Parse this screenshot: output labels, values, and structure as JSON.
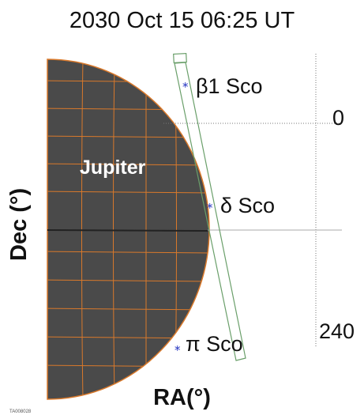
{
  "title": "2030 Oct 15 06:25 UT",
  "axes": {
    "x_label": "RA(°)",
    "y_label": "Dec (°)"
  },
  "ticks": {
    "top_right": "0",
    "bottom_right": "240"
  },
  "planet": {
    "name": "Jupiter",
    "fill_color": "#4a4a4a",
    "grid_color": "#d9792b"
  },
  "stars": [
    {
      "label": "β1 Sco",
      "color": "#1f2fbf"
    },
    {
      "label": "δ Sco",
      "color": "#1f2fbf"
    },
    {
      "label": "π Sco",
      "color": "#1f2fbf"
    }
  ],
  "instrument": {
    "slit_color": "#6a9f6a"
  },
  "credit": "TA008028"
}
